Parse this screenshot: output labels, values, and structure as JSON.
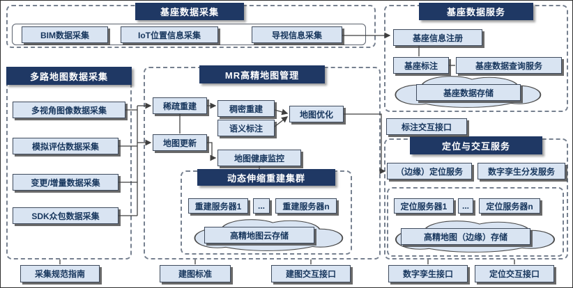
{
  "colors": {
    "header_bg": "#1f3864",
    "header_text": "#ffffff",
    "box_bg": "#d9e4f2",
    "box_text": "#17365d",
    "dashed_border": "#76808f",
    "line": "#3f3f3f"
  },
  "base_collection": {
    "title": "基座数据采集",
    "items": [
      "BIM数据采集",
      "IoT位置信息采集",
      "导视信息采集"
    ]
  },
  "base_service": {
    "title": "基座数据服务",
    "register": "基座信息注册",
    "annotate": "基座标注",
    "query": "基座数据查询服务",
    "storage": "基座数据存储",
    "interface": "标注交互接口"
  },
  "multi_collection": {
    "title": "多路地图数据采集",
    "items": [
      "多视角图像数据采集",
      "模拟评估数据采集",
      "变更/增量数据采集",
      "SDK众包数据采集"
    ]
  },
  "mr_management": {
    "title": "MR高精地图管理",
    "sparse": "稀疏重建",
    "dense": "稠密重建",
    "semantic": "语义标注",
    "optimize": "地图优化",
    "update": "地图更新",
    "health": "地图健康监控",
    "cluster": {
      "title": "动态伸缩重建集群",
      "server1": "重建服务器1",
      "dots": "...",
      "serverN": "重建服务器n",
      "storage": "高精地图云存储"
    }
  },
  "positioning": {
    "title": "定位与交互服务",
    "edge_service": "（边缘）定位服务",
    "twin_service": "数字孪生分发服务",
    "server1": "定位服务器1",
    "dots": "...",
    "serverN": "定位服务器n",
    "storage": "高精地图（边缘）存储"
  },
  "bottom": {
    "collection_guide": "采集规范指南",
    "mapping_standard": "建图标准",
    "mapping_interface": "建图交互接口",
    "twin_interface": "数字孪生接口",
    "positioning_interface": "定位交互接口"
  }
}
